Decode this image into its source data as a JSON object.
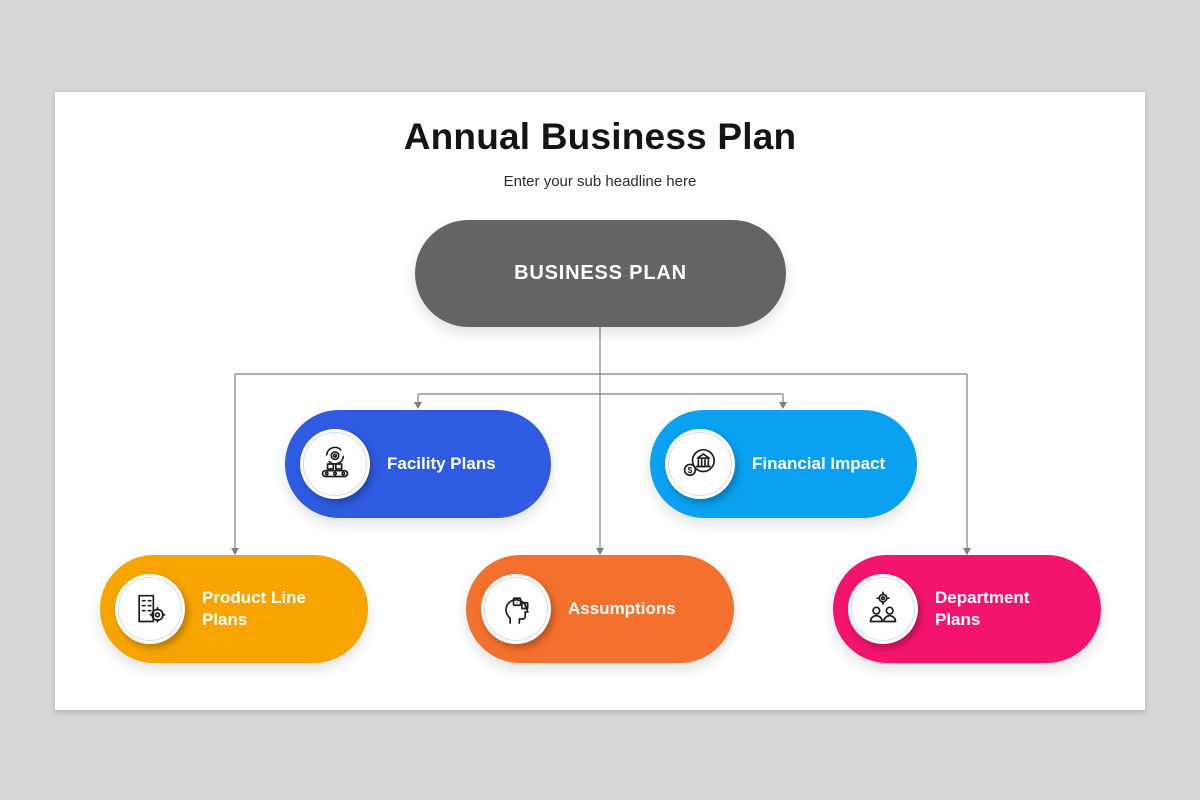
{
  "slide": {
    "title": "Annual Business Plan",
    "subtitle": "Enter your sub headline here"
  },
  "root": {
    "label": "BUSINESS PLAN",
    "color": "#646464"
  },
  "nodes": [
    {
      "label": "Facility Plans",
      "color": "#2e5be1",
      "icon": "factory-conveyor-icon"
    },
    {
      "label": "Financial Impact",
      "color": "#0aa1f0",
      "icon": "bank-dollar-icon"
    },
    {
      "label": "Product Line Plans",
      "color": "#f7a400",
      "icon": "building-gear-icon"
    },
    {
      "label": "Assumptions",
      "color": "#f4702d",
      "icon": "head-question-icon"
    },
    {
      "label": "Department Plans",
      "color": "#f3146e",
      "icon": "team-gear-icon"
    }
  ],
  "colors": {
    "page_background": "#d7d7d7",
    "canvas": "#ffffff",
    "connector": "#7f7f7f",
    "title_text": "#141414",
    "pill_text": "#ffffff"
  }
}
